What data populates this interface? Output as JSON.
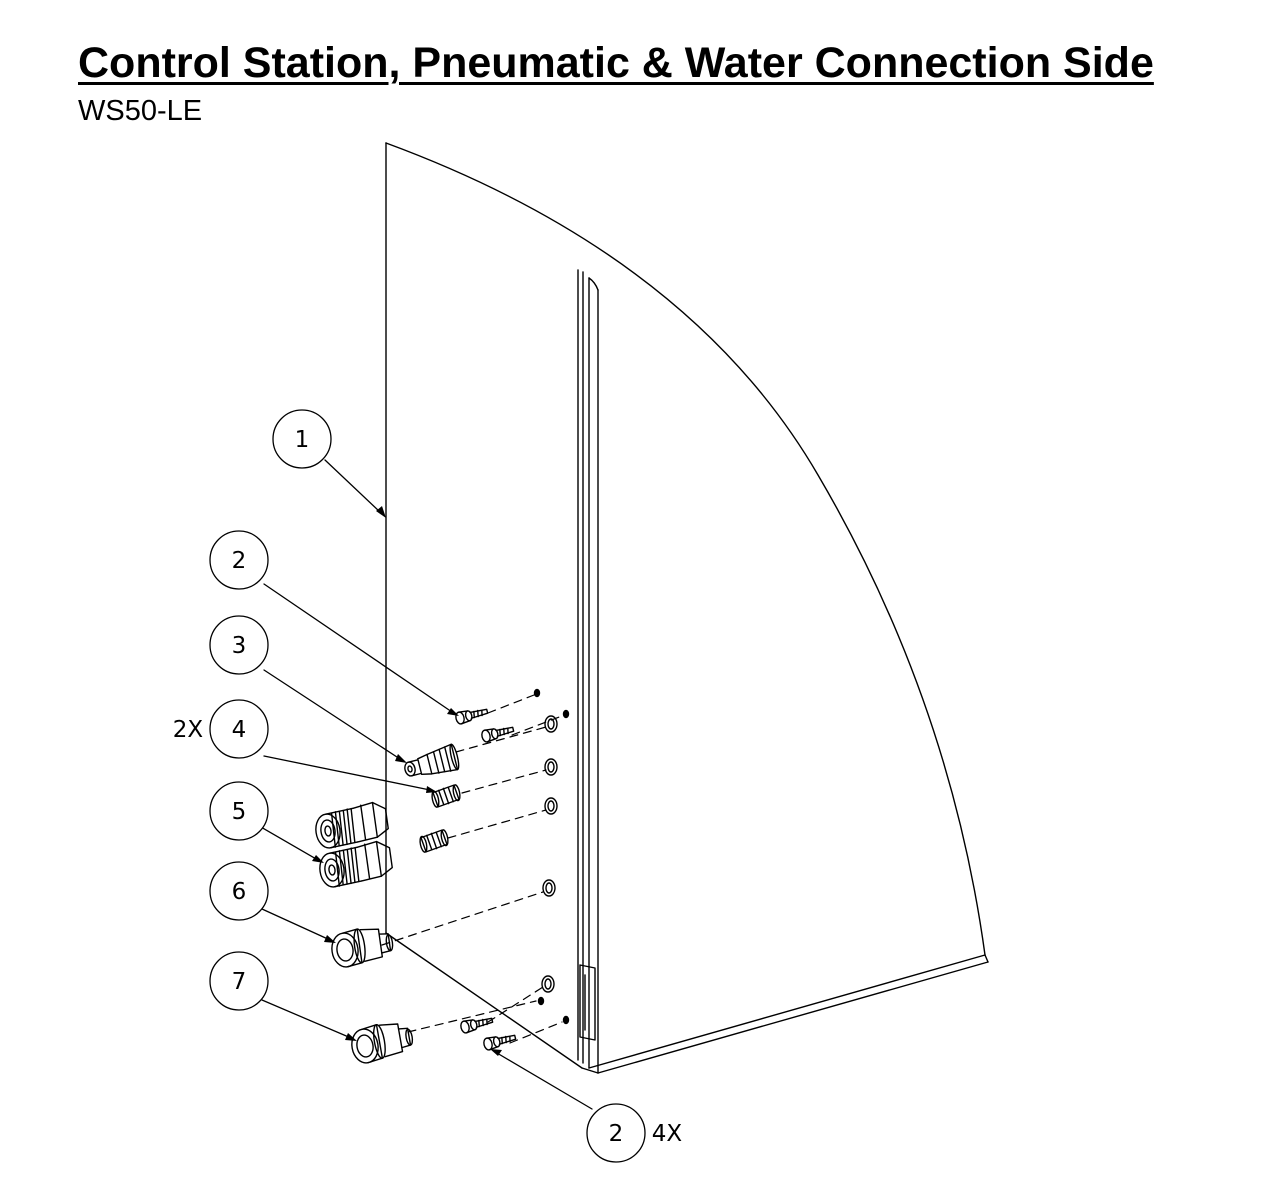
{
  "document": {
    "title": "Control Station, Pneumatic & Water Connection Side",
    "subtitle": "WS50-LE"
  },
  "balloons": [
    {
      "id": "1",
      "qty": ""
    },
    {
      "id": "2",
      "qty": ""
    },
    {
      "id": "3",
      "qty": ""
    },
    {
      "id": "4",
      "qty": "2X"
    },
    {
      "id": "5",
      "qty": ""
    },
    {
      "id": "6",
      "qty": ""
    },
    {
      "id": "7",
      "qty": ""
    },
    {
      "id": "2",
      "qty": "4X"
    }
  ]
}
